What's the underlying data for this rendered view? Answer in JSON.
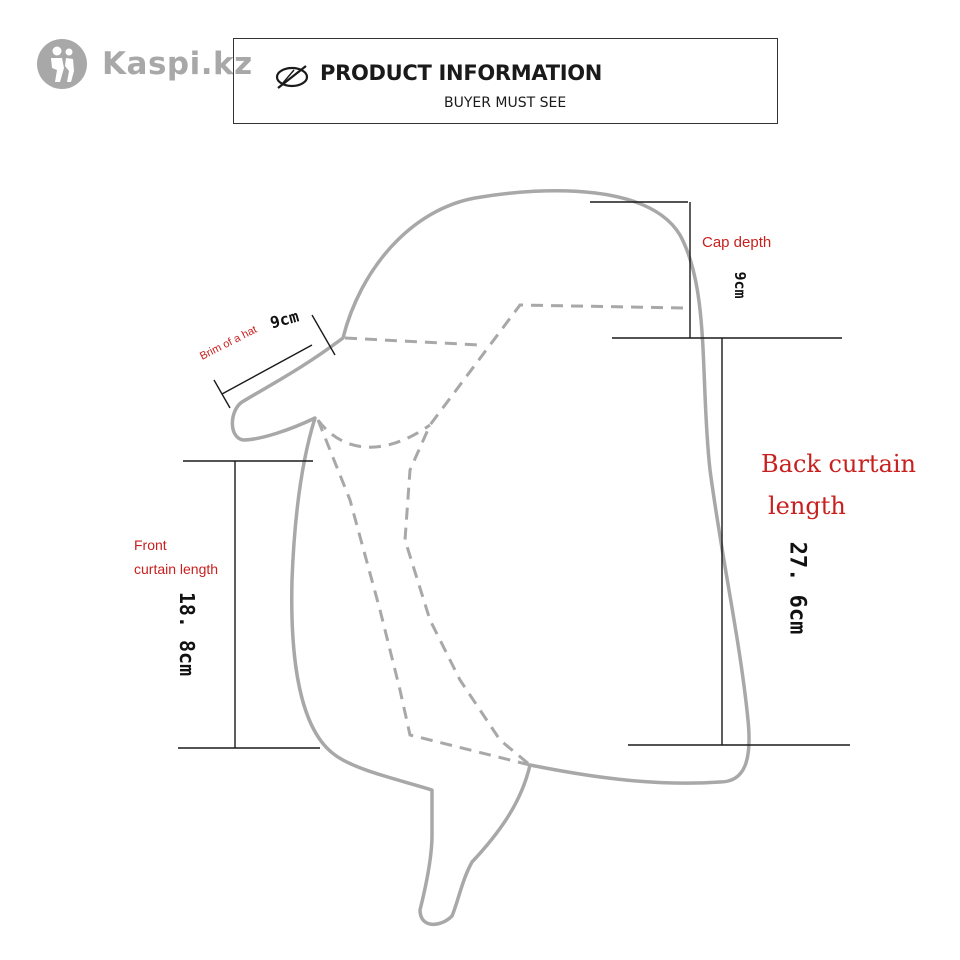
{
  "brand": {
    "name": "Kaspi.kz"
  },
  "header": {
    "title": "PRODUCT INFORMATION",
    "subtitle": "BUYER MUST SEE",
    "icon": "no-wash-icon"
  },
  "labels": {
    "cap_depth": {
      "label": "Cap depth",
      "value": "9cm"
    },
    "brim": {
      "label": "Brim of a hat",
      "value": "9cm"
    },
    "back_curtain": {
      "label_line1": "Back curtain",
      "label_line2": "length",
      "value": "27. 6cm"
    },
    "front_curtain": {
      "label_line1": "Front",
      "label_line2": "curtain length",
      "value": "18. 8cm"
    }
  },
  "colors": {
    "outline": "#a8a8a8",
    "dashed": "#a8a8a8",
    "label_red": "#c8201f",
    "dimension_line": "#1a1a1a"
  }
}
